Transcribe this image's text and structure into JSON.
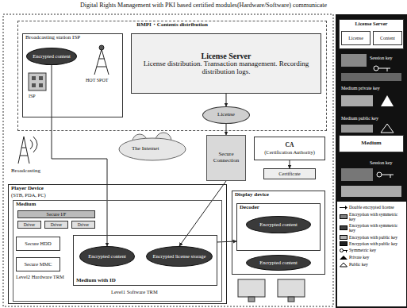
{
  "diagram": {
    "title": "Digital Rights Management with PKI based certified modules(Hardware/Software) communicate",
    "nodes": [
      {
        "text": [
          "RMPI・Contents distribution"
        ]
      },
      {
        "text": [
          "Broadcasting station ISP"
        ],
        "in": 0
      },
      {
        "text": [
          "Encrypted content"
        ],
        "in": 1
      },
      {
        "text": [
          "License Server",
          "License distribution. Transaction management. Recording distribution logs."
        ],
        "in": 0
      },
      {
        "text": [
          "License"
        ],
        "in": 0
      },
      {
        "text": [
          "Secure Connection"
        ]
      },
      {
        "text": [
          "CA",
          "(Certification Authority)"
        ]
      },
      {
        "text": [
          "Certificate"
        ]
      },
      {
        "text": [
          "Player Device",
          "(STB, PDA, PC)"
        ]
      },
      {
        "text": [
          "Medium"
        ],
        "in": 8
      },
      {
        "text": [
          "Secure I/F"
        ],
        "in": 9
      },
      {
        "text": [
          "Driver"
        ],
        "in": 9
      },
      {
        "text": [
          "Driver"
        ],
        "in": 9
      },
      {
        "text": [
          "Driver"
        ],
        "in": 9
      },
      {
        "text": [
          "Secure HDD"
        ],
        "in": 9
      },
      {
        "text": [
          "Secure MMC"
        ],
        "in": 9
      },
      {
        "text": [
          "Medium with ID"
        ],
        "in": 9
      },
      {
        "text": [
          "Encrypted content"
        ],
        "in": 16
      },
      {
        "text": [
          "Encrypted license storage"
        ],
        "in": 16
      },
      {
        "text": [
          "Display device"
        ]
      },
      {
        "text": [
          "Decoder"
        ],
        "in": 19
      },
      {
        "text": [
          "Encrypted content"
        ],
        "in": 20
      },
      {
        "text": [
          "Encrypted content"
        ],
        "in": 19
      },
      {
        "text": [
          "License Server"
        ]
      },
      {
        "text": [
          "License"
        ],
        "in": 23
      },
      {
        "text": [
          "Content"
        ],
        "in": 23
      },
      {
        "text": [
          "Medium"
        ]
      }
    ],
    "edges": [
      {
        "from": 2,
        "to": 17,
        "arrow": "to"
      },
      {
        "from": 3,
        "to": 4,
        "arrow": "to"
      },
      {
        "from": 4,
        "to": 5,
        "arrow": "to"
      },
      {
        "from": 5,
        "to": 18,
        "arrow": "to"
      },
      {
        "from": 6,
        "to": 7,
        "arrow": "to"
      },
      {
        "from": 16,
        "to": 20,
        "arrow": "to"
      }
    ],
    "labels": [
      "HOT SPOT",
      "ISP",
      "The Internet",
      "Broadcasting",
      "Level2 Hardware TRM",
      "Level1 Software TRM",
      "Session key",
      "Medium private key",
      "Medium public key",
      "Session key"
    ],
    "legend": [
      {
        "text": "Double encrypted license"
      },
      {
        "text": "Encryption with symmetric key",
        "color": "#808080"
      },
      {
        "text": "Encryption with symmetric key",
        "color": "#404040"
      },
      {
        "text": "Encryption with public key",
        "color": "#b0b0b0"
      },
      {
        "text": "Encryption with public key",
        "color": "#202020"
      },
      {
        "text": "Symmetric key"
      },
      {
        "text": "Private key"
      },
      {
        "text": "Public key"
      }
    ]
  }
}
